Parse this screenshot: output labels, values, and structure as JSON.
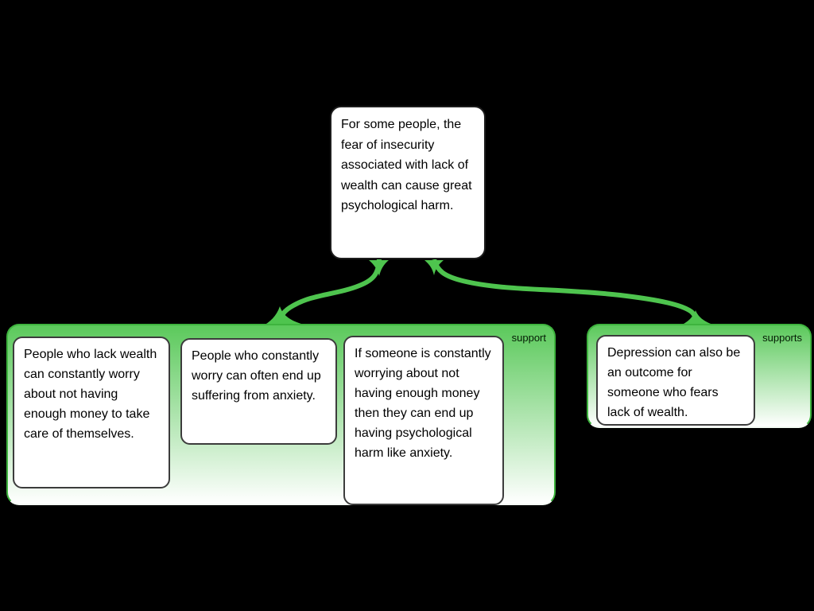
{
  "diagram": {
    "claim": {
      "text": "For some people, the fear of insecurity associated with lack of wealth can cause great psychological harm."
    },
    "groups": [
      {
        "relation_label": "support",
        "nodes": [
          {
            "text": "People who lack wealth can constantly worry about not having enough money to take care of themselves."
          },
          {
            "text": "People who constantly worry can often end up suffering from anxiety."
          },
          {
            "text": "If someone is constantly worrying about not having enough money then they can end up having psychological harm like anxiety."
          }
        ]
      },
      {
        "relation_label": "supports",
        "nodes": [
          {
            "text": "Depression can also be an outcome for someone who fears lack of wealth."
          }
        ]
      }
    ],
    "colors": {
      "edge": "#4ec44e",
      "group-top": "#5bc95b",
      "group-bottom": "#ffffff",
      "background": "#000000",
      "card-bg": "#ffffff",
      "ink": "#000000"
    }
  }
}
